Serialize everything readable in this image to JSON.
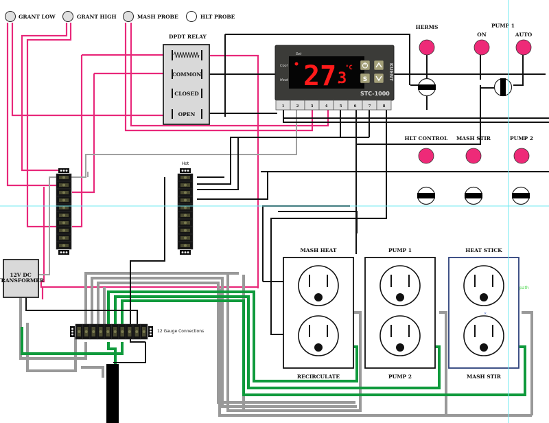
{
  "probes": [
    {
      "label": "GRANT LOW"
    },
    {
      "label": "GRANT HIGH"
    },
    {
      "label": "MASH PROBE"
    },
    {
      "label": "HLT PROBE"
    }
  ],
  "relay": {
    "title": "DPDT RELAY",
    "terminals": [
      "COMMON",
      "CLOSED",
      "OPEN"
    ]
  },
  "controller": {
    "model": "STC-1000",
    "brand": "KUENT",
    "display_value": "27.3",
    "display_main": "27",
    "display_decimal": "3",
    "unit": "°C",
    "labels": {
      "set": "Set",
      "cool": "Cool",
      "heat": "Heat"
    },
    "buttons": [
      "power",
      "up",
      "S",
      "down"
    ],
    "terminals": [
      "1",
      "2",
      "3",
      "4",
      "5",
      "6",
      "7",
      "8"
    ]
  },
  "indicators_top": [
    {
      "label": "HERMS"
    },
    {
      "label": "ON",
      "group": "PUMP 1"
    },
    {
      "label": "AUTO",
      "group": "PUMP 1"
    }
  ],
  "pump1_group_label": "PUMP 1",
  "indicators_mid": [
    {
      "label": "HLT CONTROL"
    },
    {
      "label": "MASH STIR"
    },
    {
      "label": "PUMP 2"
    }
  ],
  "terminal_strips": {
    "hot_label": "Hot",
    "gauge_label": "12 Gauge Connections"
  },
  "transformer": {
    "line1": "12V DC",
    "line2": "TRANSFORMER"
  },
  "outlets": [
    {
      "top": "MASH HEAT",
      "bottom": "RECIRCULATE"
    },
    {
      "top": "PUMP 1",
      "bottom": "PUMP 2"
    },
    {
      "top": "HEAT STICK",
      "bottom": "MASH STIR"
    }
  ],
  "annotation": {
    "path_label": "path"
  },
  "colors": {
    "pink": "#e8287a",
    "gray": "#a0a0a0",
    "green": "#0f9a3c",
    "black": "#111111",
    "indicator": "#ee2a78",
    "guide": "#6fe8f0"
  }
}
